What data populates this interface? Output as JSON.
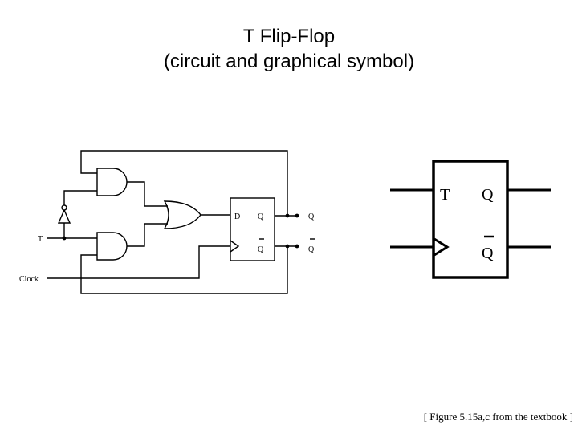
{
  "title": {
    "line1": "T Flip-Flop",
    "line2": "(circuit and graphical symbol)"
  },
  "circuit": {
    "input_t": "T",
    "input_clock": "Clock",
    "ff_d": "D",
    "ff_q": "Q",
    "ff_qbar": "Q",
    "out_q": "Q",
    "out_qbar": "Q"
  },
  "symbol": {
    "t": "T",
    "q": "Q",
    "qbar": "Q"
  },
  "caption": "[ Figure 5.15a,c from the textbook ]"
}
